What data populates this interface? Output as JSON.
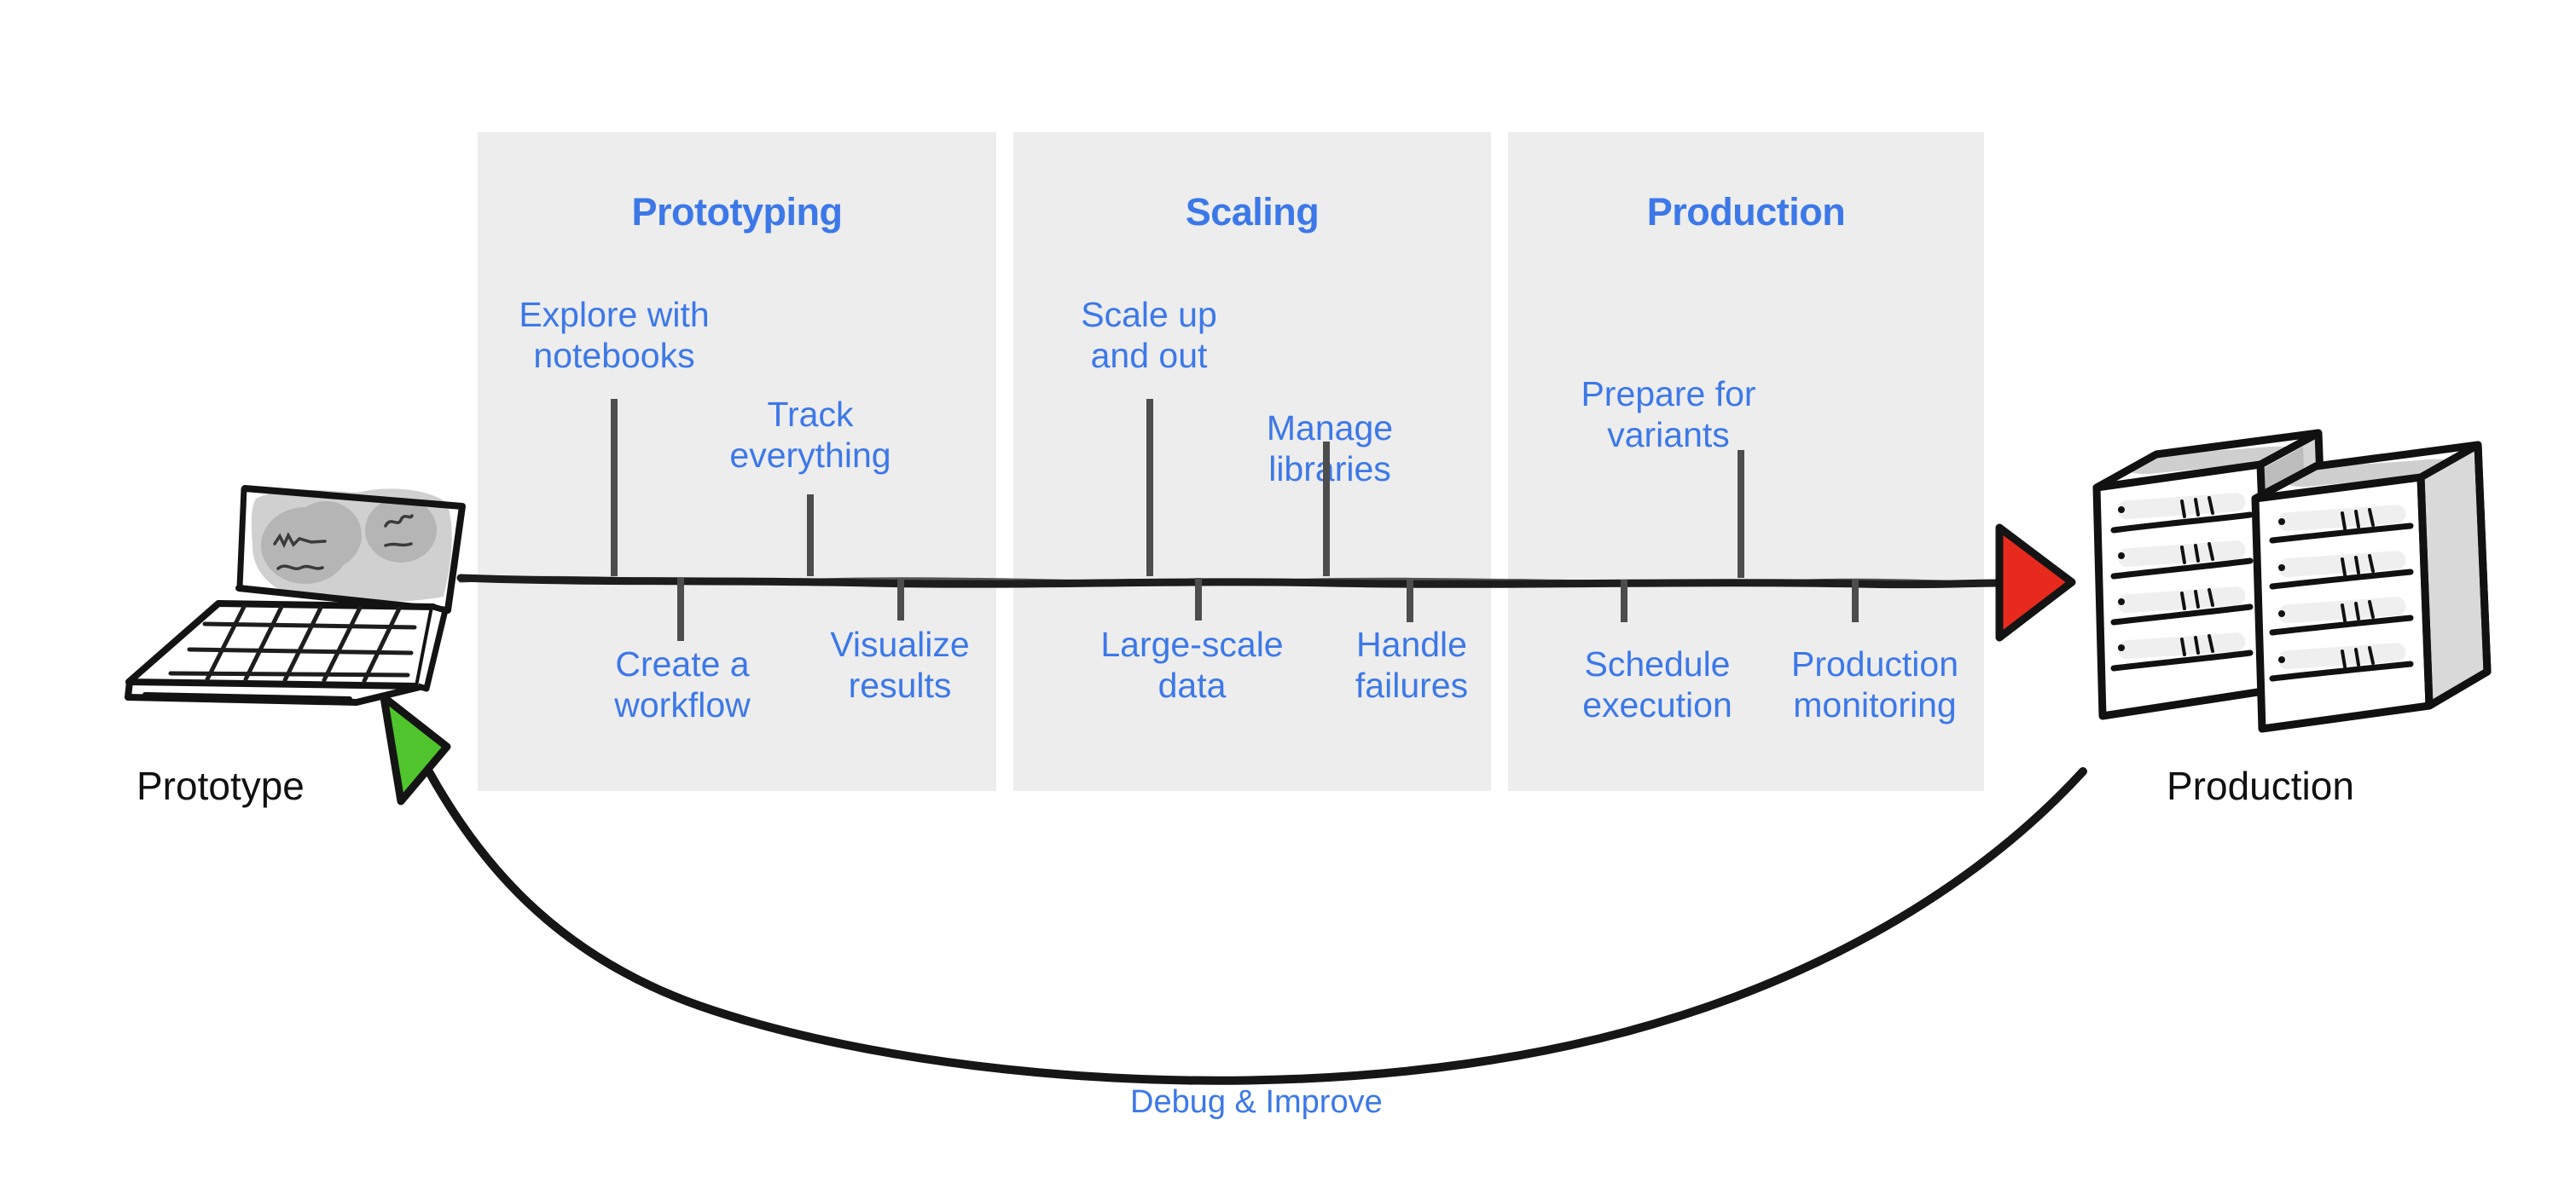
{
  "diagram": {
    "title": "ML workflow: Prototype to Production",
    "colors": {
      "accent_blue": "#3c78e8",
      "panel_bg": "#ededed",
      "line_dark": "#1d1d1d",
      "tick_gray": "#4d4d4d",
      "arrow_red": "#e8291e",
      "arrow_green": "#4fc42c",
      "text_black": "#111111"
    }
  },
  "endpoints": {
    "left": {
      "label": "Prototype",
      "icon": "laptop-icon"
    },
    "right": {
      "label": "Production",
      "icon": "server-rack-icon"
    }
  },
  "phases": [
    {
      "title": "Prototyping",
      "milestones": [
        {
          "label": "Explore with\nnotebooks",
          "side": "above"
        },
        {
          "label": "Create a\nworkflow",
          "side": "below"
        },
        {
          "label": "Track\neverything",
          "side": "above"
        },
        {
          "label": "Visualize\nresults",
          "side": "below"
        }
      ]
    },
    {
      "title": "Scaling",
      "milestones": [
        {
          "label": "Scale up\nand out",
          "side": "above"
        },
        {
          "label": "Large-scale\ndata",
          "side": "below"
        },
        {
          "label": "Manage\nlibraries",
          "side": "above"
        },
        {
          "label": "Handle\nfailures",
          "side": "below"
        }
      ]
    },
    {
      "title": "Production",
      "milestones": [
        {
          "label": "Prepare for\nvariants",
          "side": "above"
        },
        {
          "label": "Schedule\nexecution",
          "side": "below"
        },
        {
          "label": "Production\nmonitoring",
          "side": "below"
        }
      ]
    }
  ],
  "feedback_loop": {
    "label": "Debug & Improve",
    "direction": "right-to-left",
    "arrowhead": "green-triangle"
  },
  "forward_arrow": {
    "arrowhead": "red-triangle"
  }
}
